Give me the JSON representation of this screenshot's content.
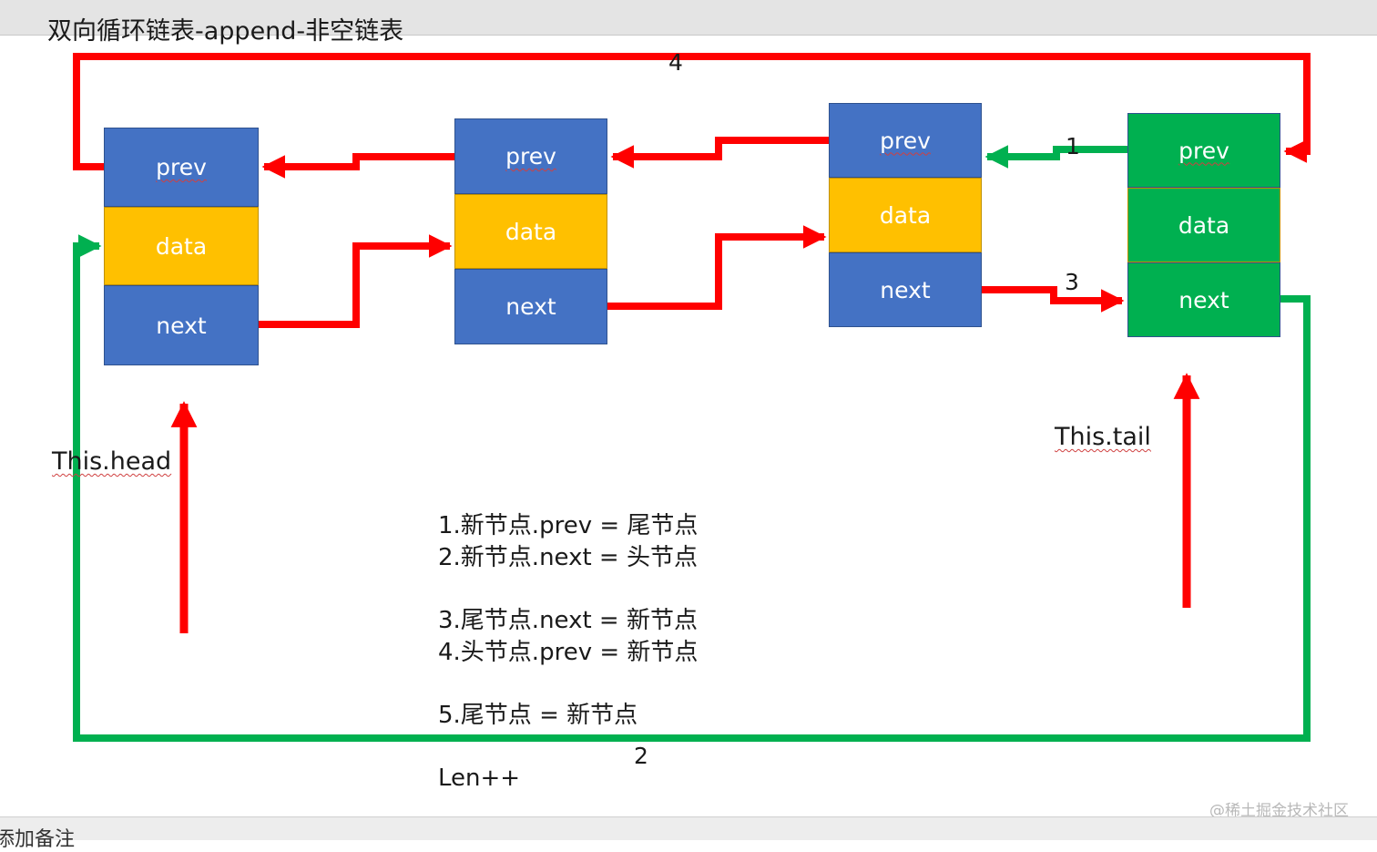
{
  "title": "双向循环链表-append-非空链表",
  "nodes": [
    {
      "prev": "prev",
      "data": "data",
      "next": "next"
    },
    {
      "prev": "prev",
      "data": "data",
      "next": "next"
    },
    {
      "prev": "prev",
      "data": "data",
      "next": "next"
    },
    {
      "prev": "prev",
      "data": "data",
      "next": "next"
    }
  ],
  "pointers": {
    "head": "This.head",
    "tail": "This.tail"
  },
  "arrow_numbers": [
    "1",
    "2",
    "3",
    "4"
  ],
  "steps": [
    "1.新节点.prev =  尾节点",
    "2.新节点.next = 头节点",
    "3.尾节点.next = 新节点",
    "4.头节点.prev = 新节点",
    "5.尾节点 = 新节点",
    "Len++"
  ],
  "watermark": "@稀土掘金技术社区",
  "bottom_bar_text": "添加备注",
  "colors": {
    "node_blue": "#4472c4",
    "data_yellow": "#ffc000",
    "new_node_green": "#00b050",
    "arrow_red": "#ff0000",
    "arrow_green": "#00b050"
  }
}
